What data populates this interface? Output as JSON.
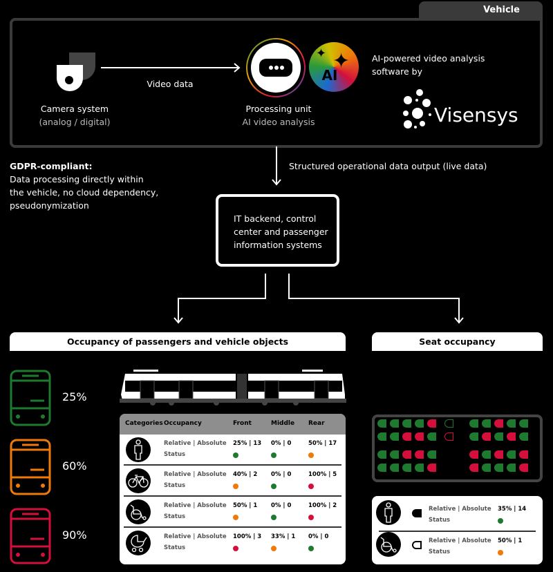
{
  "vehicle_tab": "Vehicle",
  "camera": {
    "title": "Camera system",
    "subtitle": "(analog / digital)"
  },
  "video_data": "Video data",
  "processing": {
    "title": "Processing unit",
    "subtitle": "AI video analysis"
  },
  "ai_badge": "AI",
  "ai_software": {
    "line1": "AI-powered video analysis",
    "line2": "software by"
  },
  "logo": "Visensys",
  "output_label": "Structured operational data output (live data)",
  "gdpr": {
    "title": "GDPR-compliant:",
    "lines": [
      "Data processing directly within",
      "the vehicle, no cloud dependency,",
      "pseudonymization"
    ]
  },
  "backend": {
    "lines": [
      "IT backend, control",
      "center and passenger",
      "information systems"
    ]
  },
  "occupancy_header": "Occupancy of passengers and vehicle objects",
  "seat_header": "Seat occupancy",
  "buses": [
    {
      "pct": "25%",
      "color": "#1e7a2e"
    },
    {
      "pct": "60%",
      "color": "#ef7a0a"
    },
    {
      "pct": "90%",
      "color": "#d40f3c"
    }
  ],
  "colors": {
    "green": "#1e7a2e",
    "orange": "#ef7a0a",
    "red": "#d40f3c"
  },
  "table": {
    "headers": [
      "Categories",
      "Occupancy",
      "Front",
      "Middle",
      "Rear"
    ],
    "rows": [
      {
        "icon": "person-icon",
        "label1": "Relative | Absolute",
        "label2": "Status",
        "values": [
          "25% | 13",
          "0% | 0",
          "50% | 17"
        ],
        "status": [
          "green",
          "green",
          "orange"
        ]
      },
      {
        "icon": "bicycle-icon",
        "label1": "Relative | Absolute",
        "label2": "Status",
        "values": [
          "40% | 2",
          "0% | 0",
          "100% | 5"
        ],
        "status": [
          "orange",
          "green",
          "red"
        ]
      },
      {
        "icon": "wheelchair-icon",
        "label1": "Relative | Absolute",
        "label2": "Status",
        "values": [
          "50% | 1",
          "0% | 0",
          "100% | 2"
        ],
        "status": [
          "orange",
          "green",
          "red"
        ]
      },
      {
        "icon": "stroller-icon",
        "label1": "Relative | Absolute",
        "label2": "Status",
        "values": [
          "100% | 3",
          "33% | 1",
          "0% | 0"
        ],
        "status": [
          "red",
          "orange",
          "green"
        ]
      }
    ]
  },
  "seats": {
    "rows": [
      [
        "G",
        "G",
        "G",
        "G",
        "R",
        "oG",
        "G",
        "G",
        "R",
        "G",
        "G"
      ],
      [
        "G",
        "G",
        "R",
        "R",
        "G",
        "oR",
        "G",
        "R",
        "G",
        "R",
        "G"
      ],
      [
        "G",
        "G",
        "R",
        "R",
        "G",
        "",
        "R",
        "G",
        "R",
        "G",
        "R"
      ],
      [
        "G",
        "G",
        "G",
        "G",
        "R",
        "",
        "R",
        "G",
        "G",
        "G",
        "R"
      ]
    ]
  },
  "seat_legend": [
    {
      "icon": "person-icon",
      "seat": "regular",
      "label1": "Relative | Absolute",
      "label2": "Status",
      "value": "35% | 14",
      "status": "green"
    },
    {
      "icon": "wheelchair-icon",
      "seat": "accessible",
      "label1": "Relative | Absolute",
      "label2": "Status",
      "value": "50% | 1",
      "status": "orange"
    }
  ]
}
